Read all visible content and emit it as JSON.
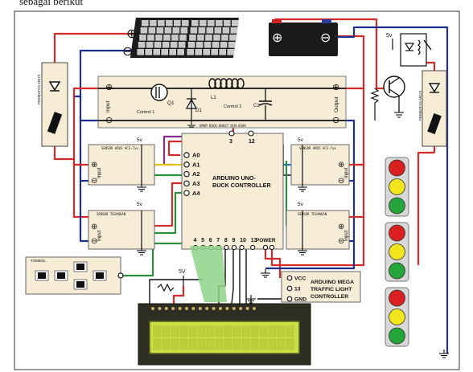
{
  "caption_fragment": "sebagai berikut",
  "colors": {
    "background": "#ffffff",
    "board_fill": "#f7edd6",
    "wire_red": "#d42a2a",
    "wire_blue": "#1f2f8f",
    "wire_black": "#111111",
    "lcd_green": "#c9df43",
    "lcd_frame": "#2e2f22",
    "ribbon": "#8fd48a",
    "battery": "#1a1a1a",
    "solar": "#1c1c1c",
    "light_red": "#d91f1f",
    "light_yellow": "#f1e51c",
    "light_green": "#23a53a"
  },
  "battery": {
    "plus": "⊕",
    "minus": "⊖"
  },
  "solar": {
    "plus": "⊕",
    "minus": "⊖"
  },
  "converter": {
    "title": "UMUM BUCK-BOOST DCN-0509",
    "input_label": "Input",
    "output_label": "Output",
    "plus": "⊕",
    "minus": "⊖",
    "control1": "Control 1",
    "control2": "Control 2",
    "q1": "Q1",
    "d1": "D1",
    "l1": "L1",
    "c1": "C1"
  },
  "left_current_sensor": {
    "title": "SENSOR ARUS ACS-7xx",
    "input": "Input",
    "plus": "⊕",
    "minus": "⊖",
    "supply": "5v"
  },
  "left_voltage_sensor": {
    "title": "SENSOR TEGANGAN",
    "input": "Input",
    "plus": "⊕",
    "minus": "⊖",
    "supply": "5v"
  },
  "right_current_sensor": {
    "title": "SENSOR ARUS ACS-7xx",
    "input": "Input",
    "plus": "⊕",
    "minus": "⊖",
    "supply": "5v"
  },
  "right_voltage_sensor": {
    "title": "SENSOR TEGANGAN",
    "input": "Input",
    "plus": "⊕",
    "minus": "⊖",
    "supply": "5v"
  },
  "left_side_module": {
    "title": "PEMBATAS ARUS"
  },
  "right_side_module": {
    "title": "PEMBATAS ARUS"
  },
  "arduino_uno": {
    "title_line1": "ARDUINO UNO-",
    "title_line2": "BUCK CONTROLLER",
    "analog_pins": [
      "A0",
      "A1",
      "A2",
      "A3",
      "A4"
    ],
    "top_pins": [
      "3",
      "12"
    ],
    "bottom_pins": [
      "4",
      "5",
      "6",
      "7",
      "8",
      "9",
      "10",
      "13"
    ],
    "power": "POWER"
  },
  "arduino_mega": {
    "pins": [
      "VCC",
      "13",
      "GND"
    ],
    "title_line1": "ARDUINO MEGA",
    "title_line2": "TRAFFIC LIGHT",
    "title_line3": "CONTROLLER"
  },
  "relay": {
    "supply": "5v"
  },
  "lcd": {
    "supply": "5V"
  },
  "tombol": {
    "title": "TOMBOL"
  },
  "traffic_lights": [
    [
      "red",
      "yellow",
      "green"
    ],
    [
      "red",
      "yellow",
      "green"
    ],
    [
      "red",
      "yellow",
      "green"
    ]
  ]
}
